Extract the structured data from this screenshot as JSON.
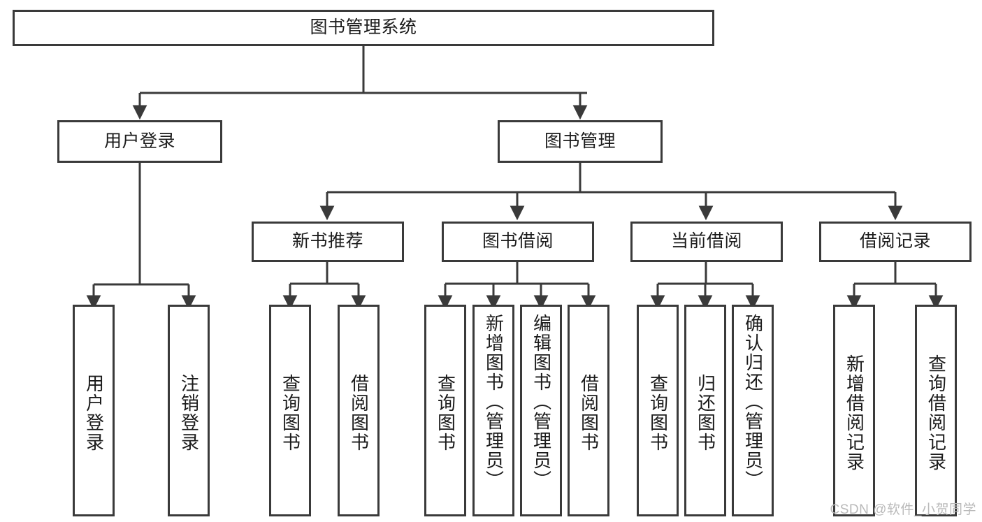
{
  "diagram": {
    "title_node": {
      "label": "图书管理系统"
    },
    "level2": [
      {
        "id": "user-login",
        "label": "用户登录"
      },
      {
        "id": "book-manage",
        "label": "图书管理"
      }
    ],
    "level3": [
      {
        "id": "new-book-recommend",
        "label": "新书推荐"
      },
      {
        "id": "book-borrow",
        "label": "图书借阅"
      },
      {
        "id": "current-borrow",
        "label": "当前借阅"
      },
      {
        "id": "borrow-record",
        "label": "借阅记录"
      }
    ],
    "leaves": [
      {
        "id": "leaf-user-login",
        "label": "用户登录",
        "parent": "user-login"
      },
      {
        "id": "leaf-logout",
        "label": "注销登录",
        "parent": "user-login"
      },
      {
        "id": "leaf-query-book-1",
        "label": "查询图书",
        "parent": "new-book-recommend"
      },
      {
        "id": "leaf-borrow-book-1",
        "label": "借阅图书",
        "parent": "new-book-recommend"
      },
      {
        "id": "leaf-query-book-2",
        "label": "查询图书",
        "parent": "book-borrow"
      },
      {
        "id": "leaf-add-book",
        "label": "新增图书（管理员）",
        "parent": "book-borrow"
      },
      {
        "id": "leaf-edit-book",
        "label": "编辑图书（管理员）",
        "parent": "book-borrow"
      },
      {
        "id": "leaf-borrow-book-2",
        "label": "借阅图书",
        "parent": "book-borrow"
      },
      {
        "id": "leaf-query-book-3",
        "label": "查询图书",
        "parent": "current-borrow"
      },
      {
        "id": "leaf-return-book",
        "label": "归还图书",
        "parent": "current-borrow"
      },
      {
        "id": "leaf-confirm-return",
        "label": "确认归还（管理员）",
        "parent": "current-borrow"
      },
      {
        "id": "leaf-add-record",
        "label": "新增借阅记录",
        "parent": "borrow-record"
      },
      {
        "id": "leaf-query-record",
        "label": "查询借阅记录",
        "parent": "borrow-record"
      }
    ],
    "watermark": "CSDN @软件_小贺同学",
    "colors": {
      "stroke": "#3a3a3a",
      "background": "#ffffff",
      "text": "#1b1b1b",
      "watermark": "#b9b9b9"
    }
  }
}
